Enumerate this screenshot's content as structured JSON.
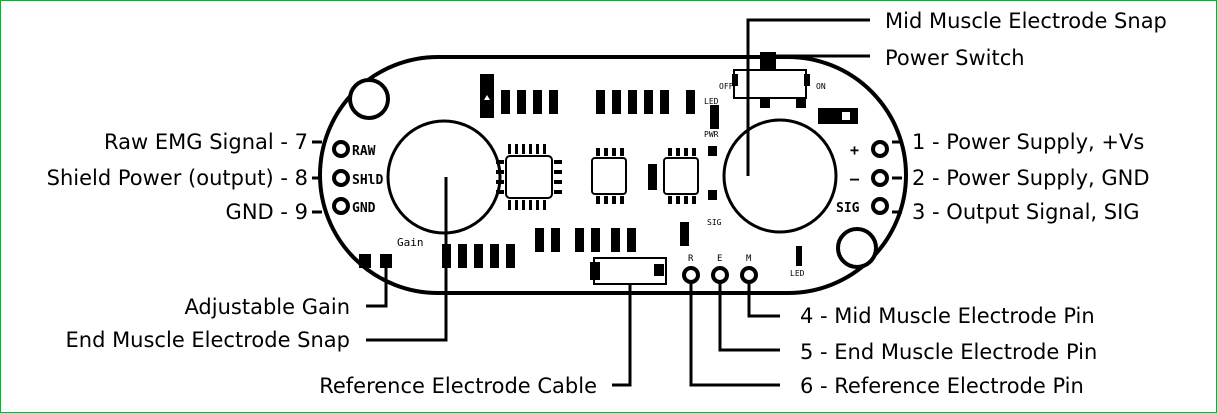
{
  "callouts": {
    "mid_snap": "Mid Muscle Electrode Snap",
    "power_switch": "Power Switch",
    "raw_emg": "Raw EMG Signal - 7",
    "shield_power": "Shield Power (output) - 8",
    "gnd9": "GND - 9",
    "vs": "1 - Power Supply, +Vs",
    "gnd2": "2 - Power Supply, GND",
    "sig3": "3 - Output Signal, SIG",
    "gain": "Adjustable Gain",
    "end_snap": "End Muscle Electrode Snap",
    "ref_cable": "Reference Electrode Cable",
    "mid_pin": "4 - Mid Muscle Electrode Pin",
    "end_pin": "5 - End Muscle Electrode Pin",
    "ref_pin": "6 - Reference Electrode Pin"
  },
  "silkscreen": {
    "raw": "RAW",
    "shld": "SHlD",
    "gnd": "GND",
    "gain": "Gain",
    "off": "OFF",
    "on": "ON",
    "led_top": "LED",
    "pwr": "PWR",
    "sig_small": "SIG",
    "plus": "+",
    "minus": "–",
    "sig": "SIG",
    "r": "R",
    "e": "E",
    "m": "M",
    "led_right": "LED"
  }
}
